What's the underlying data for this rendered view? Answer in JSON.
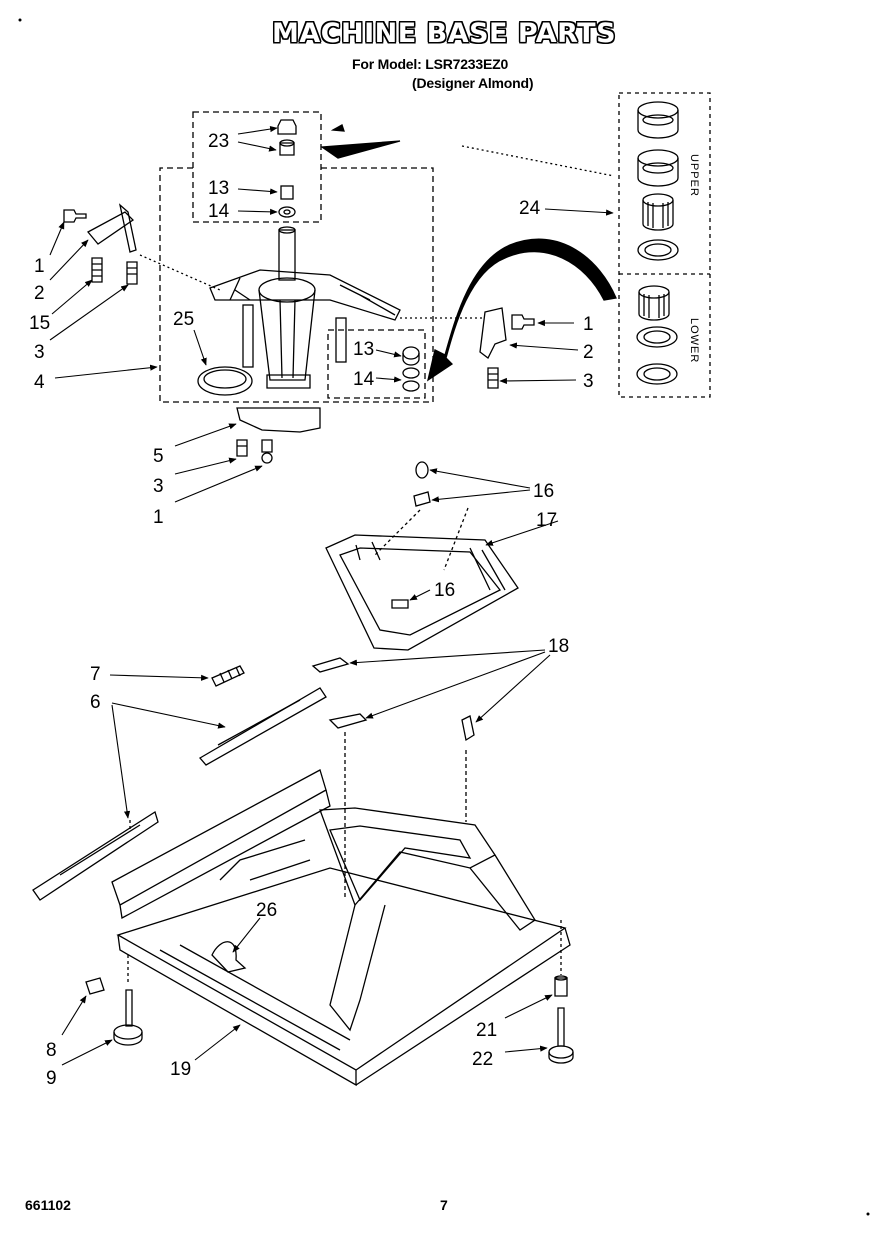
{
  "header": {
    "title": "MACHINE BASE PARTS",
    "model_line": "For Model: LSR7233EZ0",
    "color_line": "(Designer Almond)"
  },
  "callouts": {
    "c23": "23",
    "c13a": "13",
    "c14a": "14",
    "c24": "24",
    "c1a": "1",
    "c2a": "2",
    "c15": "15",
    "c3a": "3",
    "c4": "4",
    "c25": "25",
    "c13b": "13",
    "c14b": "14",
    "c1b": "1",
    "c2b": "2",
    "c3b": "3",
    "c5": "5",
    "c3c": "3",
    "c1c": "1",
    "c16a": "16",
    "c17": "17",
    "c16b": "16",
    "c7": "7",
    "c6": "6",
    "c18": "18",
    "c26": "26",
    "c8": "8",
    "c9": "9",
    "c19": "19",
    "c21": "21",
    "c22": "22"
  },
  "bearing_kit": {
    "upper": "UPPER",
    "lower": "LOWER"
  },
  "footer": {
    "doc_number": "661102",
    "page_number": "7"
  }
}
